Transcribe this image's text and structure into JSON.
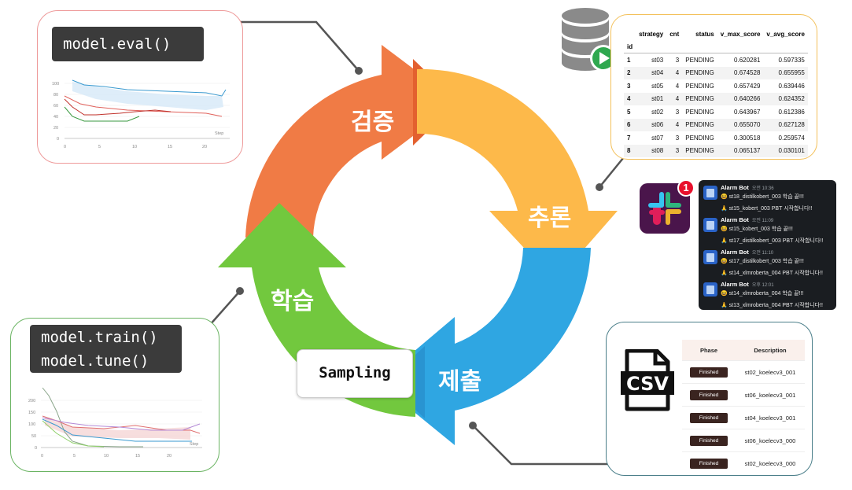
{
  "cycle": {
    "verify_label": "검증",
    "infer_label": "추론",
    "submit_label": "제출",
    "train_label": "학습",
    "sampling_label": "Sampling",
    "colors": {
      "orange": "#f07b45",
      "yellow": "#fdb94a",
      "blue": "#2fa6e2",
      "green": "#72c83e"
    }
  },
  "eval_panel": {
    "code": "model.eval()",
    "axis_y": [
      "100",
      "80",
      "60",
      "40",
      "20",
      "0"
    ],
    "axis_x": [
      "0",
      "5",
      "10",
      "15",
      "20"
    ],
    "axis_note": "Step"
  },
  "train_panel": {
    "code_lines": [
      "model.train()",
      "model.tune()"
    ],
    "axis_y": [
      "200",
      "150",
      "100",
      "50",
      "0"
    ],
    "axis_x": [
      "0",
      "5",
      "10",
      "15",
      "20"
    ],
    "axis_note": "Step"
  },
  "results_table": {
    "columns": [
      "strategy",
      "cnt",
      "status",
      "v_max_score",
      "v_avg_score"
    ],
    "index_name": "id",
    "rows": [
      {
        "id": "1",
        "strategy": "st03",
        "cnt": "3",
        "status": "PENDING",
        "v_max": "0.620281",
        "v_avg": "0.597335"
      },
      {
        "id": "2",
        "strategy": "st04",
        "cnt": "4",
        "status": "PENDING",
        "v_max": "0.674528",
        "v_avg": "0.655955"
      },
      {
        "id": "3",
        "strategy": "st05",
        "cnt": "4",
        "status": "PENDING",
        "v_max": "0.657429",
        "v_avg": "0.639446"
      },
      {
        "id": "4",
        "strategy": "st01",
        "cnt": "4",
        "status": "PENDING",
        "v_max": "0.640266",
        "v_avg": "0.624352"
      },
      {
        "id": "5",
        "strategy": "st02",
        "cnt": "3",
        "status": "PENDING",
        "v_max": "0.643967",
        "v_avg": "0.612386"
      },
      {
        "id": "6",
        "strategy": "st06",
        "cnt": "4",
        "status": "PENDING",
        "v_max": "0.655070",
        "v_avg": "0.627128"
      },
      {
        "id": "7",
        "strategy": "st07",
        "cnt": "3",
        "status": "PENDING",
        "v_max": "0.300518",
        "v_avg": "0.259574"
      },
      {
        "id": "8",
        "strategy": "st08",
        "cnt": "3",
        "status": "PENDING",
        "v_max": "0.065137",
        "v_avg": "0.030101"
      }
    ]
  },
  "slack": {
    "badge_count": "1",
    "messages": [
      {
        "sender": "Alarm Bot",
        "time": "오전 10:36",
        "line1": "😆 st18_distilkobert_003 학습 끝!!!",
        "line2": "🙏 st15_kobert_003 PBT 시작합니다!!"
      },
      {
        "sender": "Alarm Bot",
        "time": "오전 11:09",
        "line1": "😆 st15_kobert_003 학습 끝!!!",
        "line2": "🙏 st17_distilkobert_003 PBT 시작합니다!!"
      },
      {
        "sender": "Alarm Bot",
        "time": "오전 11:10",
        "line1": "😆 st17_distilkobert_003 학습 끝!!!",
        "line2": "🙏 st14_xlmroberta_004 PBT 시작합니다!!"
      },
      {
        "sender": "Alarm Bot",
        "time": "오후 12:01",
        "line1": "😆 st14_xlmroberta_004 학습 끝!!!",
        "line2": "🙏 st13_xlmroberta_004 PBT 시작합니다!!"
      }
    ]
  },
  "submission": {
    "csv_label": "CSV",
    "col_phase": "Phase",
    "col_desc": "Description",
    "rows": [
      {
        "phase": "Finished",
        "desc": "st02_koelecv3_001"
      },
      {
        "phase": "Finished",
        "desc": "st06_koelecv3_001"
      },
      {
        "phase": "Finished",
        "desc": "st04_koelecv3_001"
      },
      {
        "phase": "Finished",
        "desc": "st06_koelecv3_000"
      },
      {
        "phase": "Finished",
        "desc": "st02_koelecv3_000"
      }
    ]
  }
}
